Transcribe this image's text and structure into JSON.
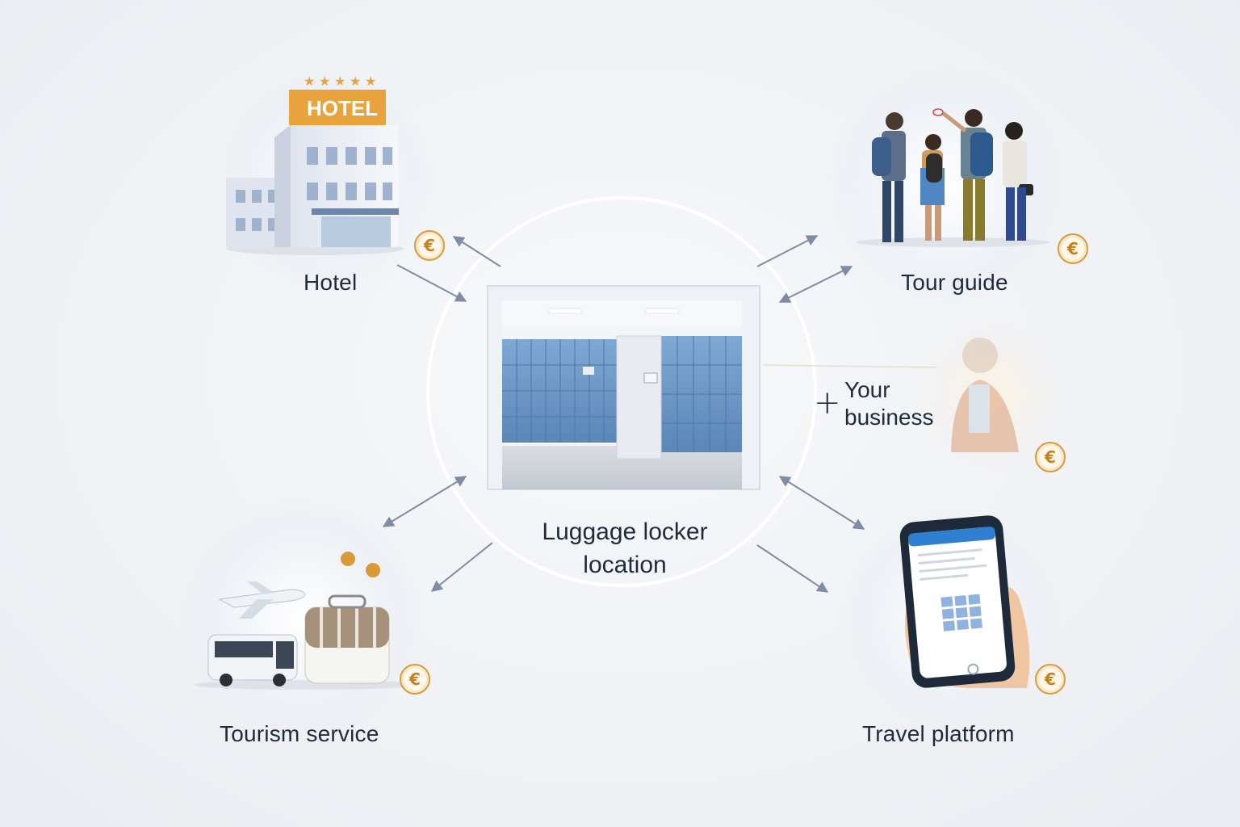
{
  "hub": {
    "label_line1": "Luggage locker",
    "label_line2": "location"
  },
  "partners": {
    "hotel": {
      "label": "Hotel",
      "sign": "HOTEL"
    },
    "tour_guide": {
      "label": "Tour guide"
    },
    "your_business": {
      "plus": "+",
      "line1": "Your",
      "line2": "business"
    },
    "tourism_service": {
      "label": "Tourism service"
    },
    "travel_platform": {
      "label": "Travel platform"
    }
  },
  "currency_symbol": "€",
  "colors": {
    "accent_gold": "#d79a3c",
    "locker_blue": "#6f9cc9",
    "text": "#1f2a3d",
    "arrow": "#7f8ca3"
  }
}
